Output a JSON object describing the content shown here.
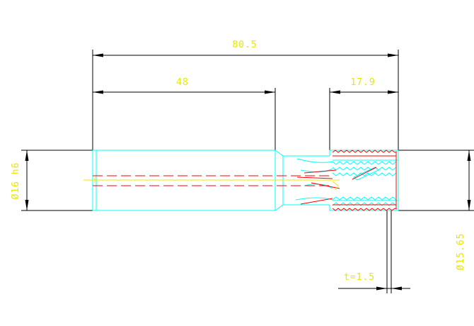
{
  "dimensions": {
    "overall_length": "80.5",
    "shank_length": "48",
    "thread_length": "17.9",
    "shank_diameter": "Ø16 h6",
    "tip_diameter": "Ø15.65",
    "pitch": "t=1.5"
  },
  "colors": {
    "background": "#ffffff",
    "dimension_text": "#e8e800",
    "dimension_lines": "#000000",
    "outline": "#00ffff",
    "thread_profile": "#ff0000"
  }
}
